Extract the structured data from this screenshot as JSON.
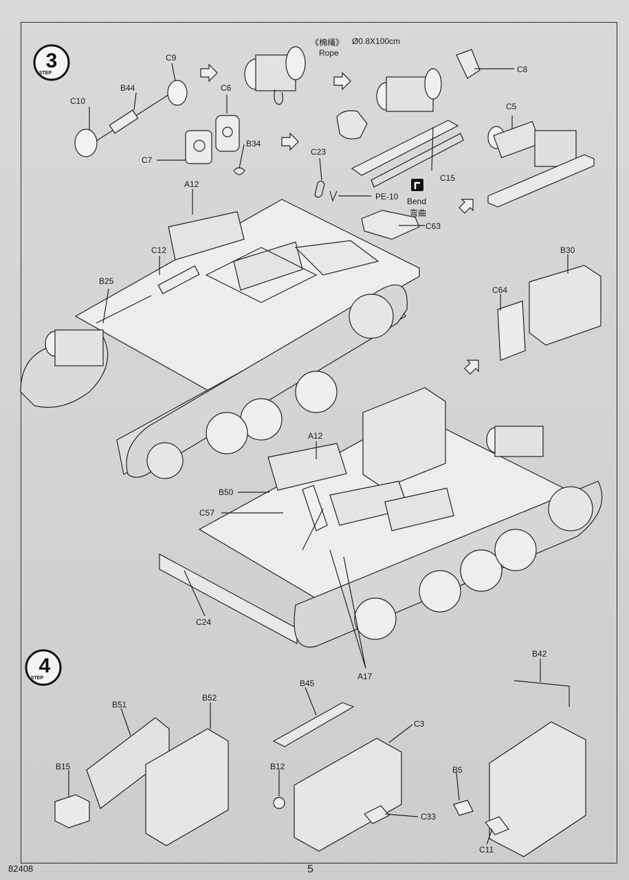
{
  "steps": [
    {
      "number": "3",
      "word": "STEP"
    },
    {
      "number": "4",
      "word": "STEP"
    }
  ],
  "rope": {
    "chinese": "《棉绳》",
    "spec": "Ø0.8X100cm",
    "english": "Rope"
  },
  "bend": {
    "english": "Bend",
    "chinese": "弯曲"
  },
  "parts_step3": [
    "C10",
    "B44",
    "C9",
    "C6",
    "C7",
    "B34",
    "C23",
    "PE-10",
    "C63",
    "C8",
    "C15",
    "C5",
    "A12",
    "C12",
    "B25",
    "B30",
    "C64",
    "A12",
    "B50",
    "C57",
    "C24",
    "A17"
  ],
  "parts_step4": [
    "B51",
    "B52",
    "B15",
    "B45",
    "C3",
    "B12",
    "C33",
    "B42",
    "B5",
    "C11"
  ],
  "footer": {
    "code": "82408",
    "page": "5"
  }
}
